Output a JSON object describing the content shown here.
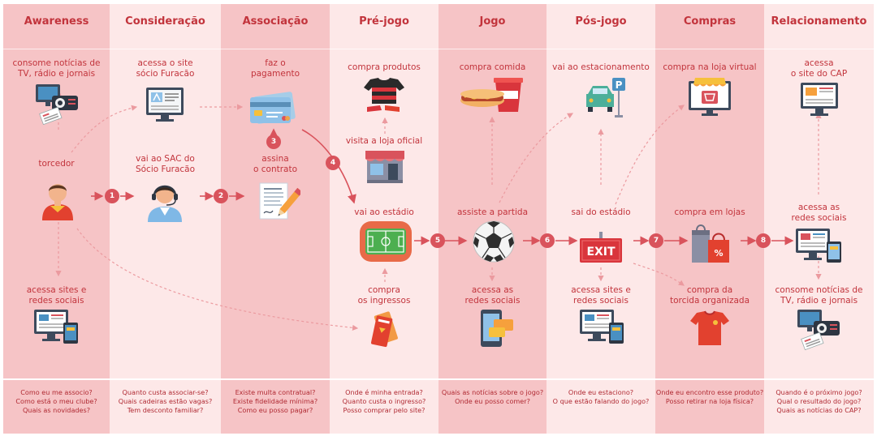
{
  "colors": {
    "dark": "#f6c4c6",
    "light": "#fde8e8",
    "red": "#d9535c",
    "text": "#c2343c"
  },
  "columns": [
    {
      "title": "Awareness",
      "questions": [
        "Como eu me associo?",
        "Como está o meu clube?",
        "Quais as novidades?"
      ]
    },
    {
      "title": "Consideração",
      "questions": [
        "Quanto custa associar-se?",
        "Quais cadeiras estão vagas?",
        "Tem desconto familiar?"
      ]
    },
    {
      "title": "Associação",
      "questions": [
        "Existe multa contratual?",
        "Existe fidelidade mínima?",
        "Como eu posso pagar?"
      ]
    },
    {
      "title": "Pré-jogo",
      "questions": [
        "Onde é minha entrada?",
        "Quanto custa o ingresso?",
        "Posso comprar pelo site?"
      ]
    },
    {
      "title": "Jogo",
      "questions": [
        "Quais as notícias sobre o jogo?",
        "Onde eu posso comer?"
      ]
    },
    {
      "title": "Pós-jogo",
      "questions": [
        "Onde eu estaciono?",
        "O que estão falando do jogo?"
      ]
    },
    {
      "title": "Compras",
      "questions": [
        "Onde eu encontro esse produto?",
        "Posso retirar na loja física?"
      ]
    },
    {
      "title": "Relacionamento",
      "questions": [
        "Quando é o próximo jogo?",
        "Qual o resultado do jogo?",
        "Quais as notícias do CAP?"
      ]
    }
  ],
  "nodes": {
    "aw_news": [
      "consome notícias de",
      "TV, rádio e jornais"
    ],
    "aw_fan": [
      "torcedor"
    ],
    "aw_sites": [
      "acessa sites e",
      "redes sociais"
    ],
    "co_site": [
      "acessa o site",
      "sócio Furacão"
    ],
    "co_sac": [
      "vai ao SAC do",
      "Sócio Furacão"
    ],
    "as_pay": [
      "faz o",
      "pagamento"
    ],
    "as_sign": [
      "assina",
      "o contrato"
    ],
    "pr_buy": [
      "compra produtos"
    ],
    "pr_store": [
      "visita a loja oficial"
    ],
    "pr_stadium": [
      "vai ao estádio"
    ],
    "pr_tickets": [
      "compra",
      "os ingressos"
    ],
    "jo_food": [
      "compra comida"
    ],
    "jo_watch": [
      "assiste a partida"
    ],
    "jo_social": [
      "acessa as",
      "redes sociais"
    ],
    "po_park": [
      "vai ao estacionamento"
    ],
    "po_exit": [
      "sai do estádio"
    ],
    "po_sites": [
      "acessa sites e",
      "redes sociais"
    ],
    "cm_virtual": [
      "compra na loja virtual"
    ],
    "cm_stores": [
      "compra em lojas"
    ],
    "cm_org": [
      "compra da",
      "torcida organizada"
    ],
    "re_site": [
      "acessa",
      "o site do CAP"
    ],
    "re_social": [
      "acessa as",
      "redes sociais"
    ],
    "re_news": [
      "consome notícias de",
      "TV, rádio e jornais"
    ]
  },
  "steps": [
    "1",
    "2",
    "3",
    "4",
    "5",
    "6",
    "7",
    "8"
  ],
  "icons": {
    "exit_sign": "EXIT",
    "parking_sign": "P",
    "icons_list": [
      "tv-radio-icon",
      "person-icon",
      "monitor-icon",
      "browser-icon",
      "support-agent-icon",
      "credit-card-icon",
      "contract-icon",
      "jersey-icon",
      "store-icon",
      "stadium-icon",
      "tickets-icon",
      "hotdog-drink-icon",
      "soccer-ball-icon",
      "phone-chat-icon",
      "car-parking-icon",
      "exit-sign-icon",
      "shop-window-icon",
      "bags-icon",
      "shirt-icon"
    ]
  }
}
